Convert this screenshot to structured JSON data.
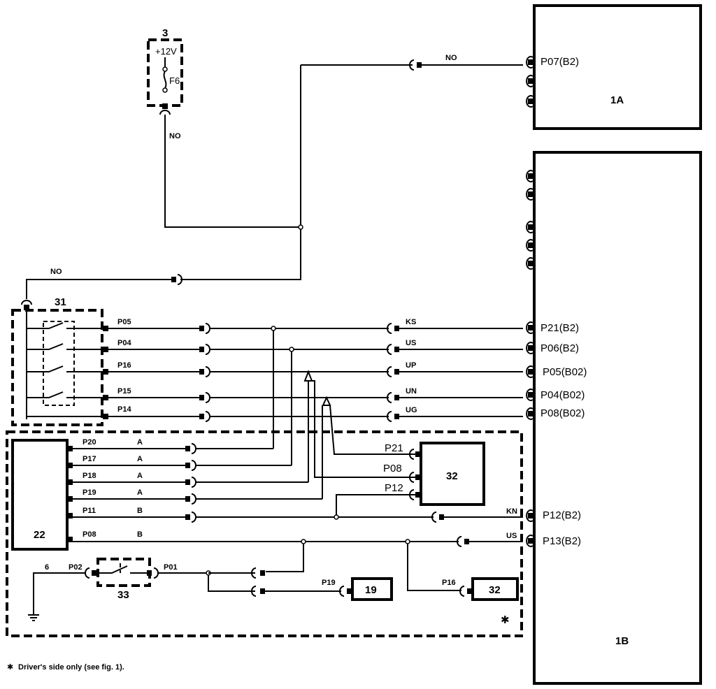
{
  "components": {
    "module_1a": "1A",
    "module_1b": "1B",
    "fuse_box": "3",
    "fuse_voltage": "+12V",
    "fuse_name": "F6",
    "switch_block": "31",
    "unit_22": "22",
    "unit_32_main": "32",
    "unit_19": "19",
    "unit_32_small": "32",
    "switch_33": "33"
  },
  "wires": {
    "fuse_out": "NO",
    "to_1a": "NO",
    "to_31": "NO",
    "ks": "KS",
    "us_top": "US",
    "up": "UP",
    "un": "UN",
    "ug": "UG",
    "kn": "KN",
    "us_bottom": "US",
    "a1": "A",
    "a2": "A",
    "a3": "A",
    "a4": "A",
    "b1": "B",
    "b2": "B",
    "ground": "6"
  },
  "pins": {
    "p07_b2": "P07(B2)",
    "p21_b2": "P21(B2)",
    "p06_b2": "P06(B2)",
    "p05_b02": "P05(B02)",
    "p04_b02": "P04(B02)",
    "p08_b02": "P08(B02)",
    "p12_b2": "P12(B2)",
    "p13_b2": "P13(B2)",
    "s31_p05": "P05",
    "s31_p04": "P04",
    "s31_p16": "P16",
    "s31_p15": "P15",
    "s31_p14": "P14",
    "u22_p20": "P20",
    "u22_p17": "P17",
    "u22_p18": "P18",
    "u22_p19": "P19",
    "u22_p11": "P11",
    "u22_p08": "P08",
    "u32_p21": "P21",
    "u32_p08": "P08",
    "u32_p12": "P12",
    "s33_p02": "P02",
    "s33_p01": "P01",
    "u19_p19": "P19",
    "u32s_p16": "P16"
  },
  "footnote": {
    "star": "✱",
    "text": "Driver's side only (see fig. 1)."
  }
}
